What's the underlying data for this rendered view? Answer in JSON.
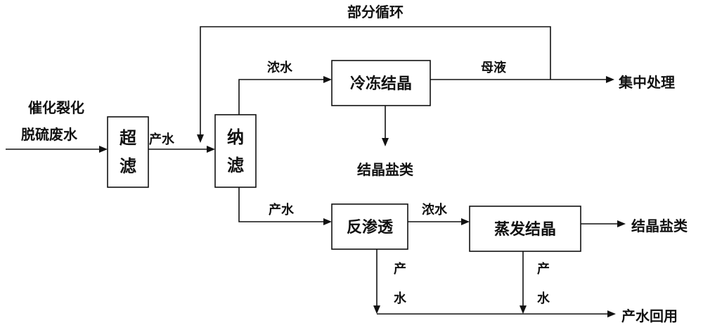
{
  "input": {
    "line1": "催化裂化",
    "line2": "脱硫废水"
  },
  "boxes": {
    "ultrafiltration": [
      "超",
      "滤"
    ],
    "nanofiltration": [
      "纳",
      "滤"
    ],
    "freeze_crystallization": "冷冻结晶",
    "reverse_osmosis": "反渗透",
    "evaporative_crystallization": "蒸发结晶"
  },
  "labels": {
    "partial_recycle": "部分循环",
    "uf_product_water": "产水",
    "concentrate_top": "浓水",
    "mother_liquor": "母液",
    "centralized_treatment": "集中处理",
    "crystal_salts_freeze": "结晶盐类",
    "nf_product_water": "产水",
    "concentrate_ro": "浓水",
    "crystal_salts_evap": "结晶盐类",
    "ro_product_water": [
      "产",
      "水"
    ],
    "evap_product_water": [
      "产",
      "水"
    ],
    "water_reuse": "产水回用"
  }
}
